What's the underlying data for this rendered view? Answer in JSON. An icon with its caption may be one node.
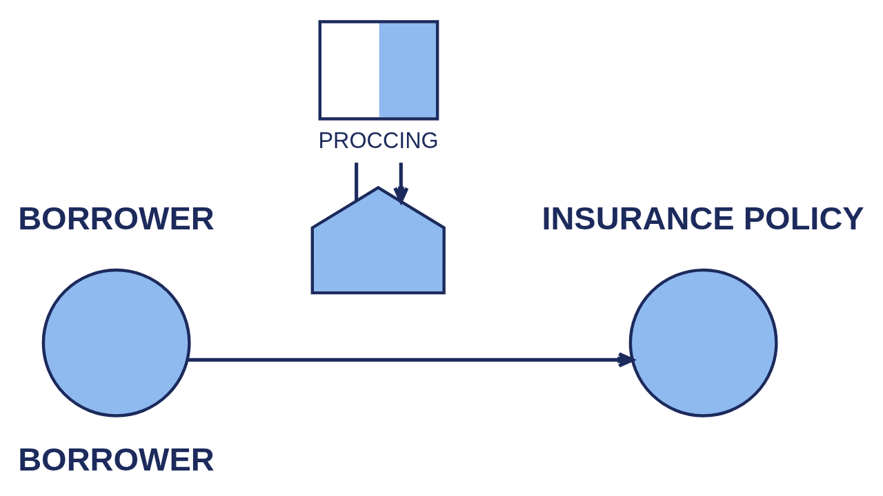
{
  "diagram": {
    "nodes": [
      {
        "text": [],
        "shape": "picture",
        "beside": [
          "PROCCING"
        ]
      },
      {
        "text": [],
        "shape": "circle",
        "beside": [
          "BORROWER",
          "BORROWER"
        ]
      },
      {
        "text": [],
        "shape": "circle"
      },
      {
        "text": [],
        "shape": "picture"
      }
    ],
    "edges": [
      {
        "from": 1,
        "to": 2,
        "arrow": "to"
      },
      {
        "from": 0,
        "to": 3,
        "arrow": "none"
      },
      {
        "from": 0,
        "to": 3,
        "arrow": "to"
      }
    ],
    "labels": [
      "INSURANCE POLICY"
    ]
  }
}
